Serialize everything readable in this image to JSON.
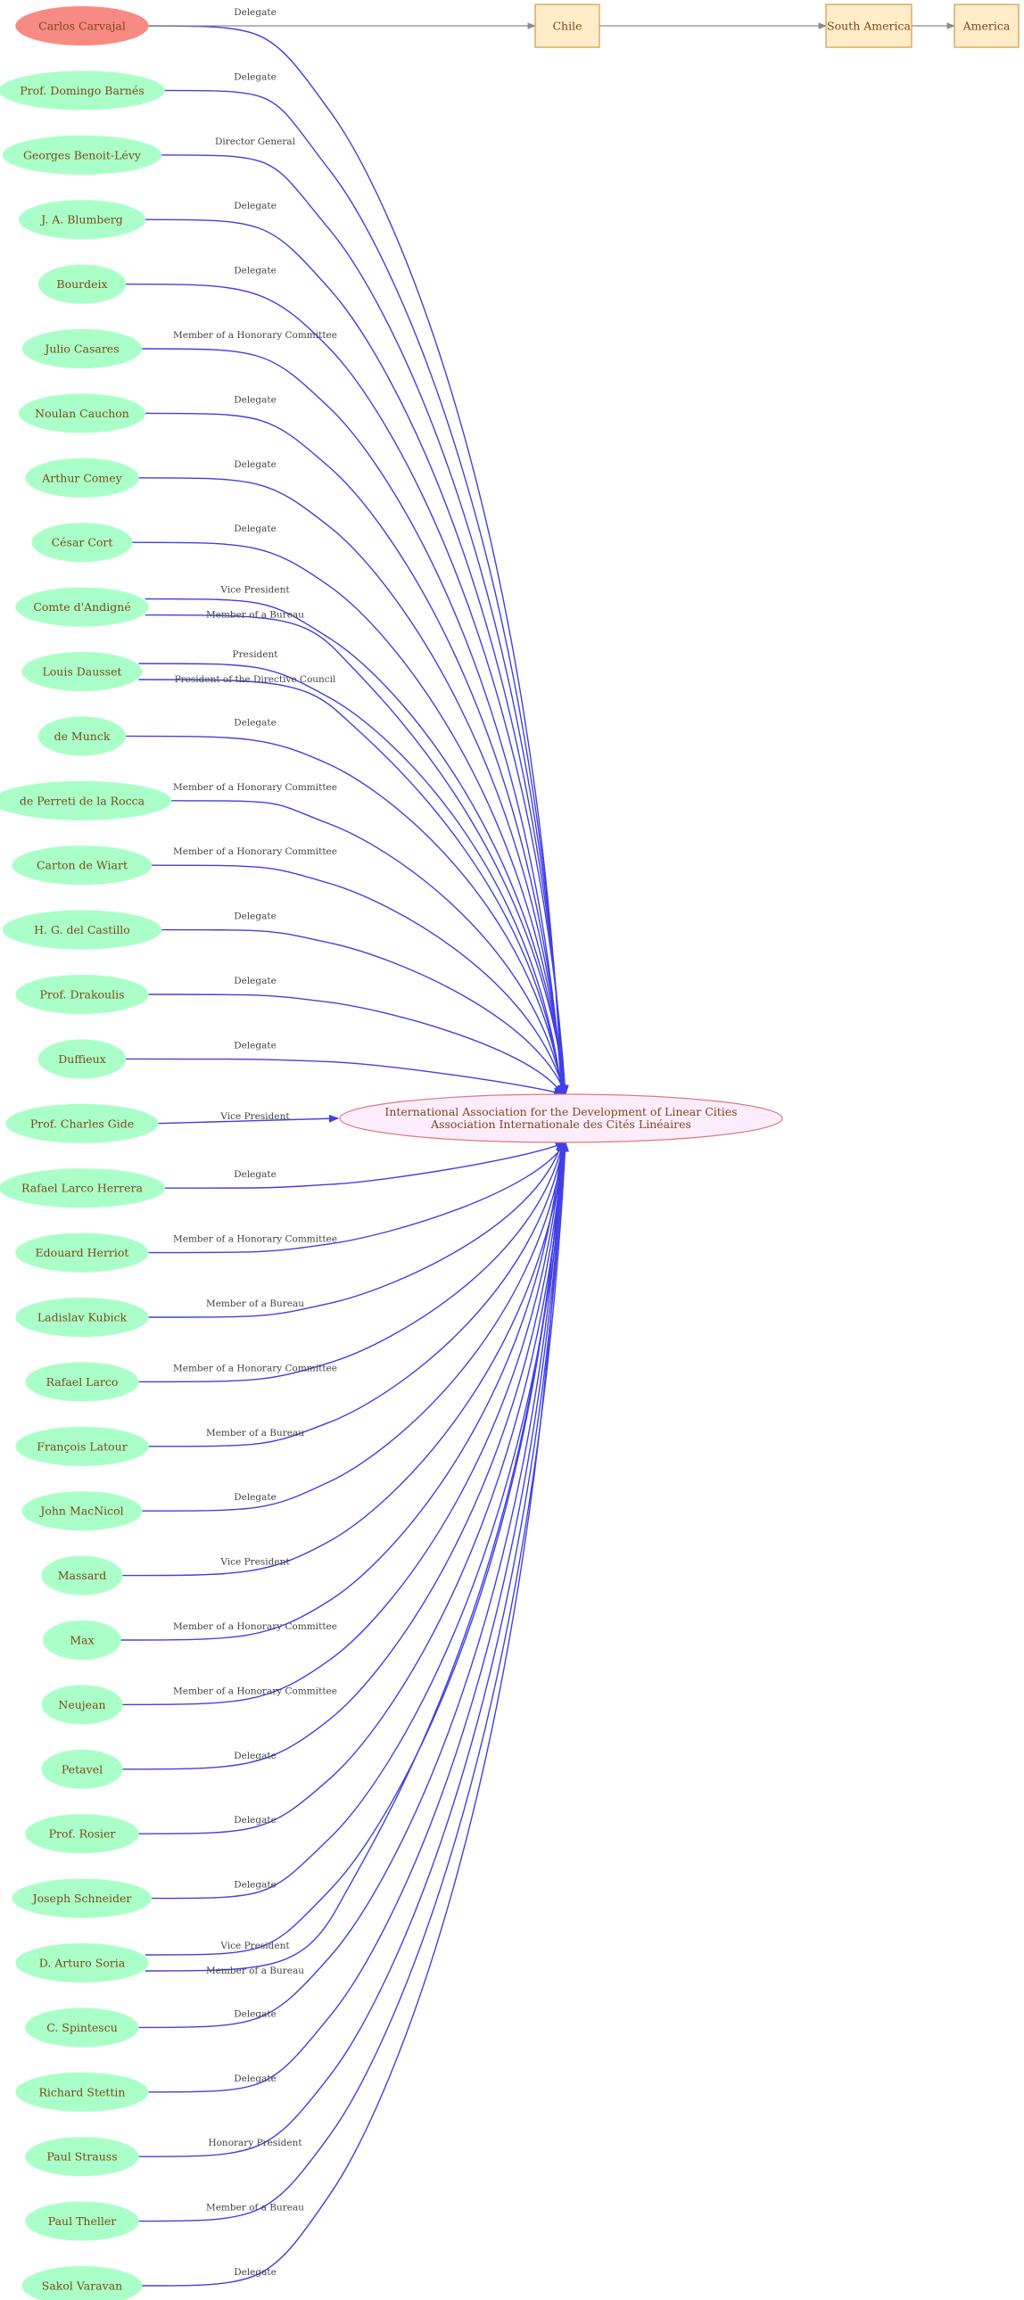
{
  "colors": {
    "person_fill": "#aaffc8",
    "highlight_fill": "#f88a84",
    "org_fill": "#fcecfc",
    "org_stroke": "#e07878",
    "place_fill": "#ffecc8",
    "place_stroke": "#d9a050",
    "edge_blue": "#4040e6",
    "edge_grey": "#8c8c8c",
    "node_text": "#7a4a1a"
  },
  "organization": {
    "line1": "International Association for the Development of Linear Cities",
    "line2": "Association Internationale des Cités Linéaires"
  },
  "places": [
    "Chile",
    "South America",
    "America"
  ],
  "people": [
    {
      "name": "Carlos Carvajal",
      "relations": [
        "Delegate"
      ],
      "highlight": true
    },
    {
      "name": "Prof. Domingo Barnés",
      "relations": [
        "Delegate"
      ]
    },
    {
      "name": "Georges Benoit-Lévy",
      "relations": [
        "Director General"
      ]
    },
    {
      "name": "J. A. Blumberg",
      "relations": [
        "Delegate"
      ]
    },
    {
      "name": "Bourdeix",
      "relations": [
        "Delegate"
      ]
    },
    {
      "name": "Julio Casares",
      "relations": [
        "Member of a Honorary Committee"
      ]
    },
    {
      "name": "Noulan Cauchon",
      "relations": [
        "Delegate"
      ]
    },
    {
      "name": "Arthur Comey",
      "relations": [
        "Delegate"
      ]
    },
    {
      "name": "César Cort",
      "relations": [
        "Delegate"
      ]
    },
    {
      "name": "Comte d'Andigné",
      "relations": [
        "Vice President",
        "Member of a Bureau"
      ]
    },
    {
      "name": "Louis Dausset",
      "relations": [
        "President",
        "President of the Directive Council"
      ]
    },
    {
      "name": "de Munck",
      "relations": [
        "Delegate"
      ]
    },
    {
      "name": "de Perreti de la Rocca",
      "relations": [
        "Member of a Honorary Committee"
      ]
    },
    {
      "name": "Carton  de Wiart",
      "relations": [
        "Member of a Honorary Committee"
      ]
    },
    {
      "name": "H. G.  del Castillo",
      "relations": [
        "Delegate"
      ]
    },
    {
      "name": "Prof. Drakoulis",
      "relations": [
        "Delegate"
      ]
    },
    {
      "name": "Duffieux",
      "relations": [
        "Delegate"
      ]
    },
    {
      "name": "Prof. Charles Gide",
      "relations": [
        "Vice President"
      ]
    },
    {
      "name": "Rafael Larco Herrera",
      "relations": [
        "Delegate"
      ]
    },
    {
      "name": "Edouard Herriot",
      "relations": [
        "Member of a Honorary Committee"
      ]
    },
    {
      "name": "Ladislav Kubick",
      "relations": [
        "Member of a Bureau"
      ]
    },
    {
      "name": "Rafael Larco",
      "relations": [
        "Member of a Honorary Committee"
      ]
    },
    {
      "name": "François Latour",
      "relations": [
        "Member of a Bureau"
      ]
    },
    {
      "name": "John MacNicol",
      "relations": [
        "Delegate"
      ]
    },
    {
      "name": "Massard",
      "relations": [
        "Vice President"
      ]
    },
    {
      "name": "Max",
      "relations": [
        "Member of a Honorary Committee"
      ]
    },
    {
      "name": "Neujean",
      "relations": [
        "Member of a Honorary Committee"
      ]
    },
    {
      "name": "Petavel",
      "relations": [
        "Delegate"
      ]
    },
    {
      "name": "Prof. Rosier",
      "relations": [
        "Delegate"
      ]
    },
    {
      "name": "Joseph Schneider",
      "relations": [
        "Delegate"
      ]
    },
    {
      "name": "D. Arturo Soria",
      "relations": [
        "Vice President",
        "Member of a Bureau"
      ]
    },
    {
      "name": "C. Spintescu",
      "relations": [
        "Delegate"
      ]
    },
    {
      "name": "Richard Stettin",
      "relations": [
        "Delegate"
      ]
    },
    {
      "name": "Paul Strauss",
      "relations": [
        "Honorary President"
      ]
    },
    {
      "name": "Paul Theller",
      "relations": [
        "Member of a Bureau"
      ]
    },
    {
      "name": "Sakol Varavan",
      "relations": [
        "Delegate"
      ]
    }
  ]
}
